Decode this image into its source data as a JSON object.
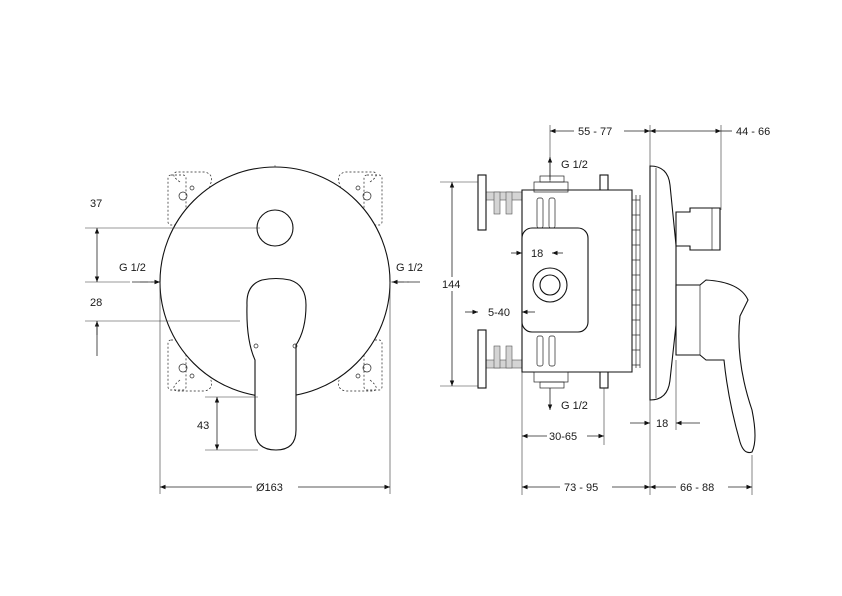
{
  "front_view": {
    "dim_37": "37",
    "dim_28": "28",
    "dim_43": "43",
    "dim_diameter": "Ø163",
    "thread_left": "G 1/2",
    "thread_right": "G 1/2"
  },
  "side_view": {
    "dim_55_77": "55 - 77",
    "dim_44_66": "44 - 66",
    "thread_top": "G 1/2",
    "thread_bottom": "G 1/2",
    "dim_18_inner": "18",
    "dim_144": "144",
    "dim_5_40": "5-40",
    "dim_30_65": "30-65",
    "dim_18_lever": "18",
    "dim_73_95": "73 - 95",
    "dim_66_88": "66 - 88"
  }
}
